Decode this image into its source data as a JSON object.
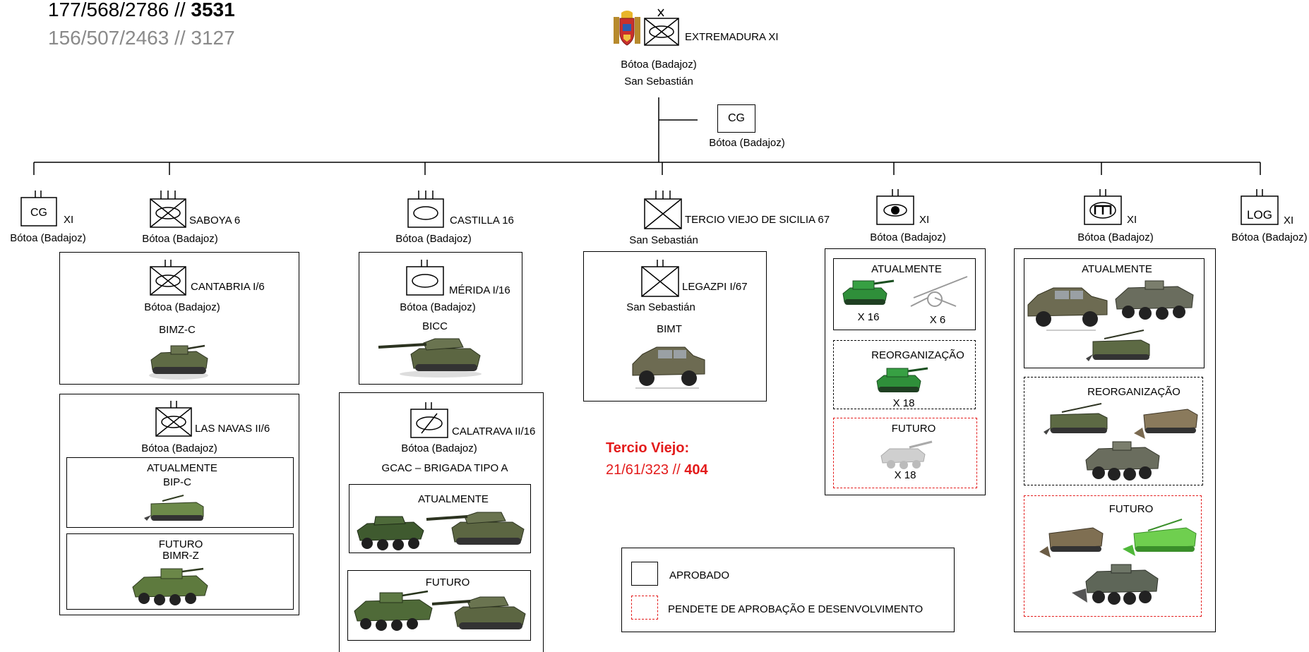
{
  "header": {
    "line1_prefix": "177/568/2786 // ",
    "line1_bold": "3531",
    "line2": "156/507/2463 // 3127"
  },
  "hq": {
    "echelon": "X",
    "name": "EXTREMADURA XI",
    "loc1": "Bótoa (Badajoz)",
    "loc2": "San Sebastián",
    "cg": {
      "label": "CG",
      "loc": "Bótoa (Badajoz)"
    }
  },
  "units": {
    "cg": {
      "label": "CG",
      "suffix": "XI",
      "loc": "Bótoa (Badajoz)"
    },
    "saboya": {
      "name": "SABOYA 6",
      "loc": "Bótoa (Badajoz)"
    },
    "cantabria": {
      "name": "CANTABRIA I/6",
      "loc": "Bótoa (Badajoz)",
      "type": "BIMZ-C"
    },
    "las_navas": {
      "name": "LAS NAVAS II/6",
      "loc": "Bótoa (Badajoz)",
      "now_label": "ATUALMENTE",
      "now_type": "BIP-C",
      "future_label": "FUTURO",
      "future_type": "BIMR-Z"
    },
    "castilla": {
      "name": "CASTILLA 16",
      "loc": "Bótoa (Badajoz)"
    },
    "merida": {
      "name": "MÉRIDA I/16",
      "loc": "Bótoa (Badajoz)",
      "type": "BICC"
    },
    "calatrava": {
      "name": "CALATRAVA II/16",
      "loc": "Bótoa (Badajoz)",
      "type": "GCAC – BRIGADA TIPO A",
      "now_label": "ATUALMENTE",
      "future_label": "FUTURO"
    },
    "tercio": {
      "name": "TERCIO VIEJO DE SICILIA 67",
      "loc": "San Sebastián"
    },
    "legazpi": {
      "name": "LEGAZPI I/67",
      "loc": "San Sebastián",
      "type": "BIMT"
    },
    "artillery": {
      "suffix": "XI",
      "loc": "Bótoa (Badajoz)",
      "now_label": "ATUALMENTE",
      "now_count1": "X 16",
      "now_count2": "X 6",
      "reorg_label": "REORGANIZAÇÃO",
      "reorg_count": "X 18",
      "future_label": "FUTURO",
      "future_count": "X 18"
    },
    "engineers": {
      "suffix": "XI",
      "loc": "Bótoa (Badajoz)",
      "now_label": "ATUALMENTE",
      "reorg_label": "REORGANIZAÇÃO",
      "future_label": "FUTURO"
    },
    "log": {
      "label": "LOG",
      "suffix": "XI",
      "loc": "Bótoa (Badajoz)"
    }
  },
  "tercio_note": {
    "title": "Tercio Viejo:",
    "counts_prefix": "21/61/323  // ",
    "counts_bold": "404"
  },
  "legend": {
    "approved": "APROBADO",
    "pending": "PENDETE DE APROBAÇÃO E DESENVOLVIMENTO"
  },
  "colors": {
    "red": "#e31b1b",
    "grey_text": "#8a8a8a",
    "vehicle_olive": "#5f6b45",
    "vehicle_green": "#2f8f3a",
    "vehicle_lightgreen": "#6fcf4f"
  }
}
